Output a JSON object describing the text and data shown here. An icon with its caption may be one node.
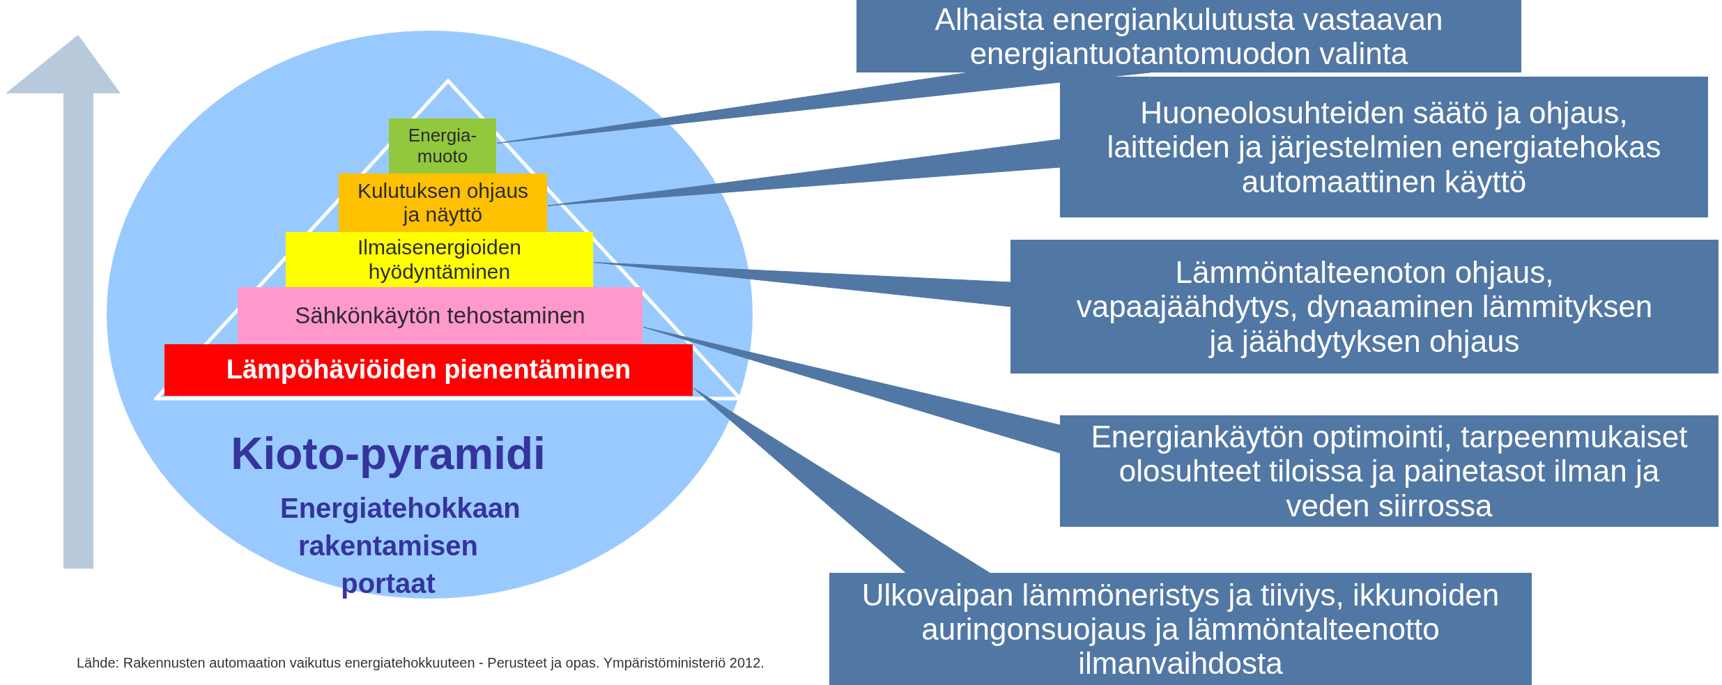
{
  "diagram": {
    "nodes": [
      {
        "text": [
          "Kioto-pyramidi",
          "Energiatehokkaan rakentamisen portaat"
        ]
      },
      {
        "text": [],
        "shape": "triangle",
        "in": 0
      },
      {
        "text": [
          "Energia- muoto"
        ],
        "in": 1
      },
      {
        "text": [
          "Kulutuksen ohjaus ja näyttö"
        ],
        "in": 1
      },
      {
        "text": [
          "Ilmaisenergioiden hyödyntäminen"
        ],
        "in": 1
      },
      {
        "text": [
          "Sähkönkäytön tehostaminen"
        ],
        "in": 1
      },
      {
        "text": [
          "Lämpöhäviöiden pienentäminen"
        ],
        "in": 1
      },
      {
        "text": [
          "Alhaista energiankulutusta vastaavan energiantuotantomuodon valinta"
        ]
      },
      {
        "text": [
          "Huoneolosuhteiden säätö ja ohjaus, laitteiden ja järjestelmien energiatehokas automaattinen käyttö"
        ]
      },
      {
        "text": [
          "Lämmöntalteenoton ohjaus, vapaajäähdytys, dynaaminen lämmityksen ja jäähdytyksen ohjaus"
        ]
      },
      {
        "text": [
          "Energiankäytön optimointi, tarpeenmukaiset olosuhteet tiloissa ja painetasot ilman ja veden siirrossa"
        ]
      },
      {
        "text": [
          "Ulkovaipan lämmöneristys ja tiiviys, ikkunoiden auringonsuojaus ja lämmöntalteenotto ilmanvaihdosta"
        ]
      }
    ],
    "edges": [
      {
        "from": 7,
        "to": 2,
        "arrow": "none"
      },
      {
        "from": 8,
        "to": 3,
        "arrow": "none"
      },
      {
        "from": 9,
        "to": 4,
        "arrow": "none"
      },
      {
        "from": 10,
        "to": 5,
        "arrow": "none"
      },
      {
        "from": 11,
        "to": 6,
        "arrow": "none"
      }
    ],
    "labels": [
      "Lähde: Rakennusten automaation vaikutus energiatehokkuuteen - Perusteet ja opas. Ympäristöministeriö 2012."
    ]
  }
}
